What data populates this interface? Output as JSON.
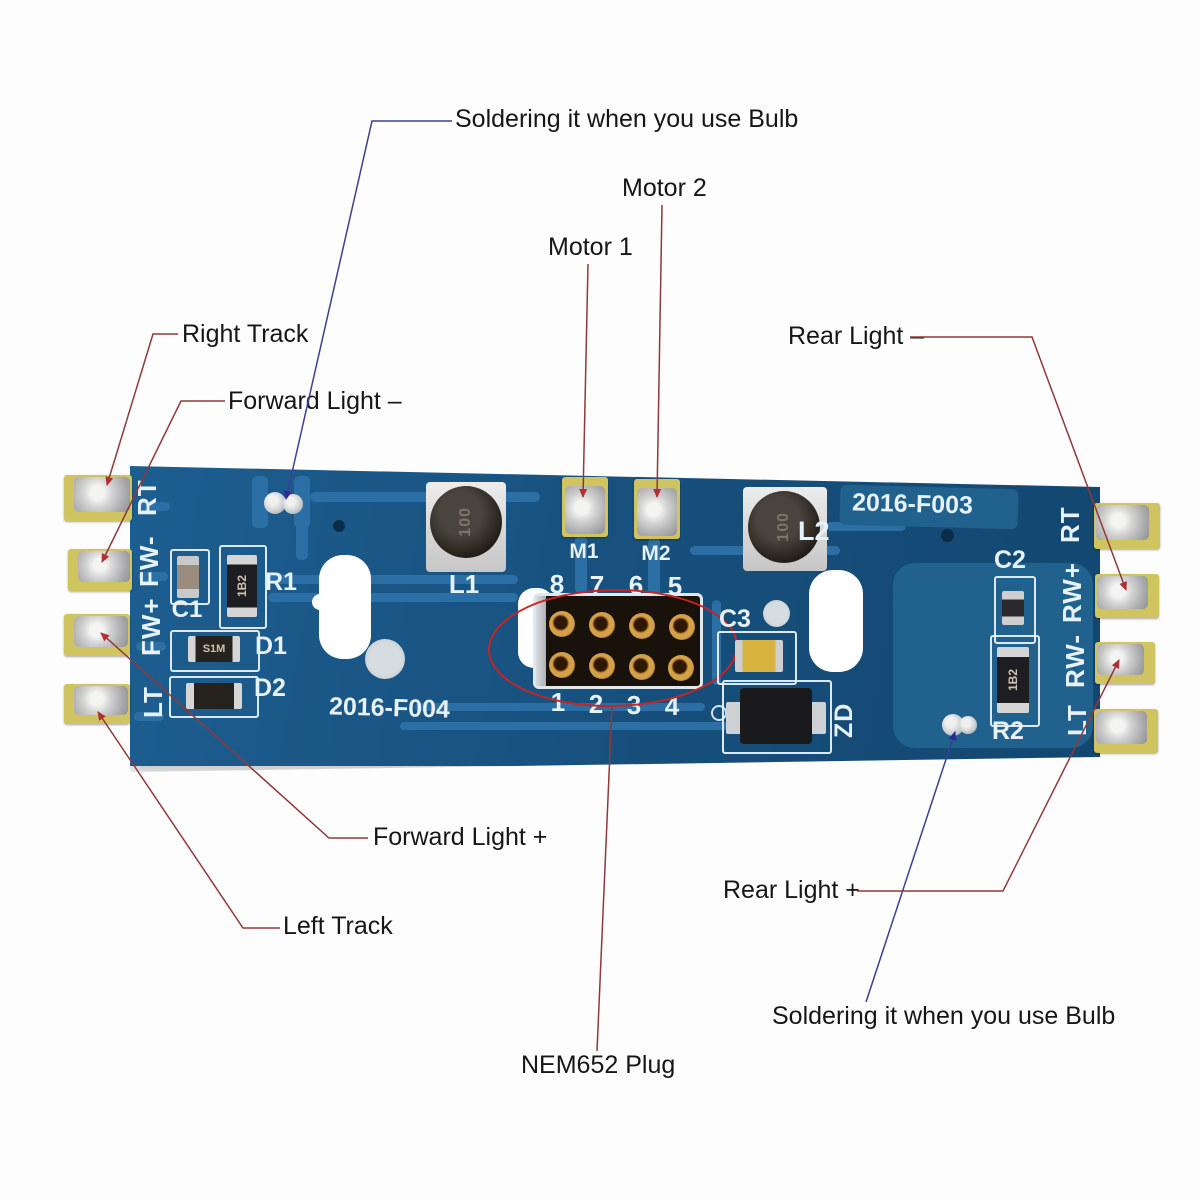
{
  "annotations": {
    "top_soldering": "Soldering it when you use Bulb",
    "motor1": "Motor 1",
    "motor2": "Motor 2",
    "right_track": "Right Track",
    "forward_light_minus": "Forward Light –",
    "rear_light_minus": "Rear Light –",
    "forward_light_plus": "Forward Light +",
    "left_track": "Left Track",
    "rear_light_plus": "Rear Light +",
    "bottom_soldering": "Soldering it when you use Bulb",
    "nem652_plug": "NEM652 Plug"
  },
  "board": {
    "silk_left": "2016-F004",
    "silk_right": "2016-F003",
    "left_pads": [
      "RT",
      "FW-",
      "FW+",
      "LT"
    ],
    "right_pads": [
      "RT",
      "RW+",
      "RW-",
      "LT"
    ],
    "motor_pads": [
      "M1",
      "M2"
    ],
    "pins_top": [
      "8",
      "7",
      "6",
      "5"
    ],
    "pins_bottom": [
      "1",
      "2",
      "3",
      "4"
    ],
    "refs": {
      "l1": "L1",
      "l2": "L2",
      "r1": "R1",
      "r2": "R2",
      "c1": "C1",
      "c2": "C2",
      "c3": "C3",
      "d1": "D1",
      "d2": "D2",
      "zd": "ZD"
    },
    "marks": {
      "l1": "100",
      "l2": "100",
      "r1": "1B2",
      "r2": "1B2",
      "d1": "S1M"
    }
  },
  "colors": {
    "pcb_blue": "#17517f",
    "trace_blue": "#2b6fa5",
    "silk_white": "#e6f1f8",
    "pad_gold": "#cfc45f",
    "solder_silver": "#c9ccce",
    "annotation_red": "#8e3a3a",
    "annotation_blue": "#3f3f8f",
    "ellipse_red": "#cc2222",
    "background": "#fdfdfd"
  }
}
